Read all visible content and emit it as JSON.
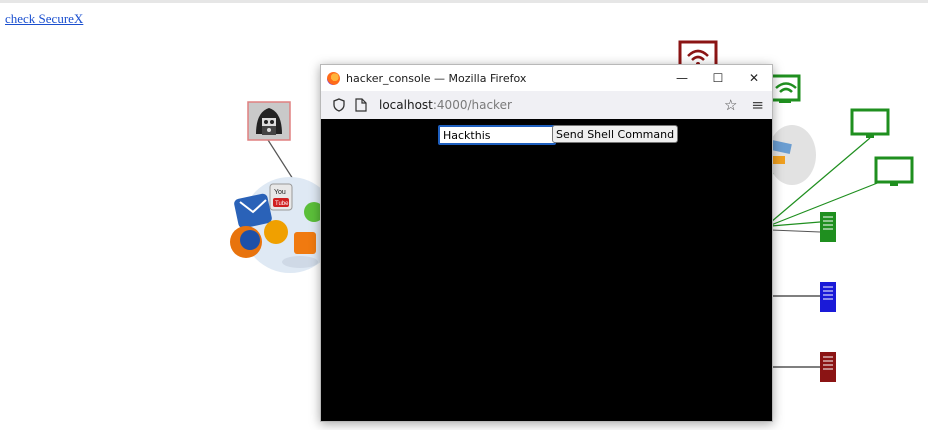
{
  "page": {
    "link_text": "check SecureX"
  },
  "network": {
    "hacker_icon": "hacker-icon",
    "services_icon": "social-media-icon",
    "camera_icon": "security-camera-icon",
    "wifi_icon": "wifi-router-icon",
    "monitor_icon": "monitor-icon",
    "server_icon": "server-icon",
    "server_caption": "",
    "colors": {
      "green": "#1f8f1f",
      "red": "#8b1414",
      "blue": "#1a1ad8"
    }
  },
  "browser": {
    "title": "hacker_console — Mozilla Firefox",
    "url_host": "localhost",
    "url_path": ":4000/hacker",
    "window_controls": [
      "—",
      "☐",
      "✕"
    ],
    "console": {
      "command_value": "Hackthis",
      "send_label": "Send Shell Command"
    }
  }
}
